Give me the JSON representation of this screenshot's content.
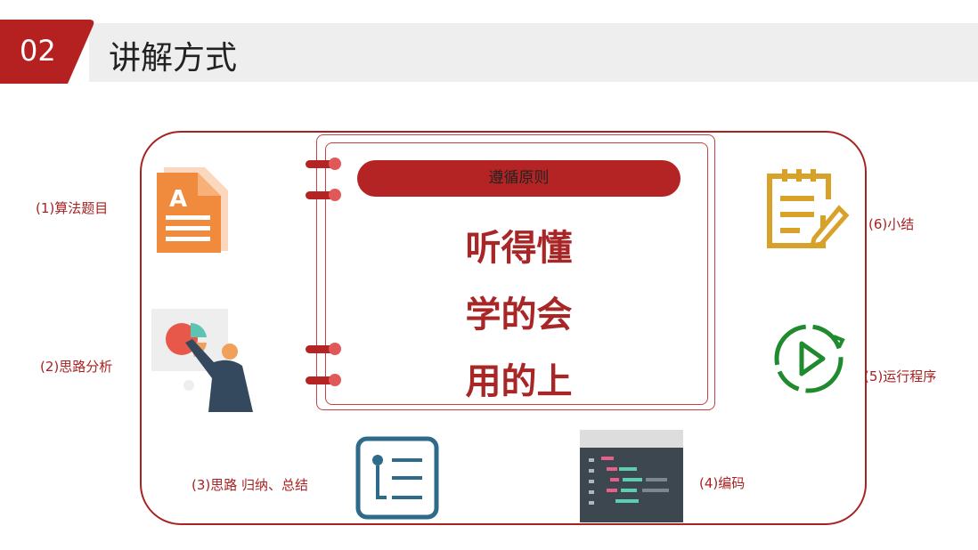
{
  "header": {
    "number": "02",
    "title": "讲解方式"
  },
  "notebook": {
    "banner": "遵循原则",
    "lines": [
      "听得懂",
      "学的会",
      "用的上"
    ]
  },
  "steps": [
    {
      "label": "(1)算法题目",
      "icon": "document-icon"
    },
    {
      "label": "(2)思路分析",
      "icon": "presenter-chart-icon"
    },
    {
      "label": "(3)思路 归纳、总结",
      "icon": "list-icon"
    },
    {
      "label": "(4)编码",
      "icon": "code-window-icon"
    },
    {
      "label": "(5)运行程序",
      "icon": "play-cycle-icon"
    },
    {
      "label": "(6)小结",
      "icon": "notepad-icon"
    }
  ],
  "colors": {
    "accent": "#b52424",
    "band": "#eeeeee"
  }
}
